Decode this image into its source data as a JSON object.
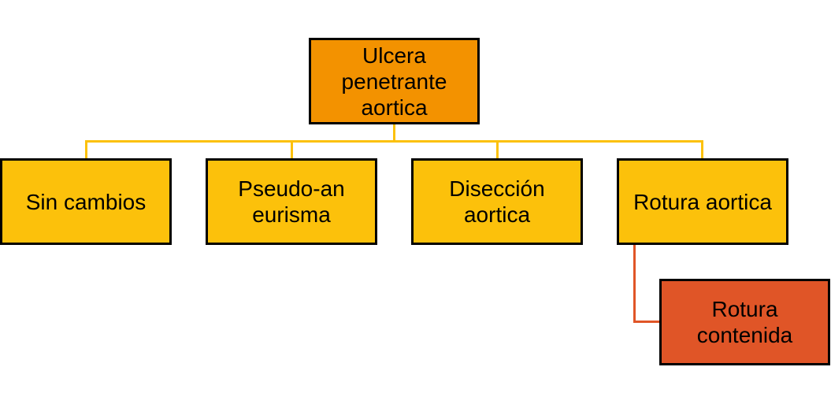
{
  "colors": {
    "root": "#f39200",
    "level1": "#fcc10b",
    "level2": "#e05527",
    "connector_yellow": "#fcc10b",
    "connector_red": "#e05527"
  },
  "root": {
    "label": "Ulcera penetrante aortica"
  },
  "children": [
    {
      "label": "Sin cambios"
    },
    {
      "label": "Pseudo-aneurisma"
    },
    {
      "label": "Disección aortica"
    },
    {
      "label": "Rotura aortica"
    }
  ],
  "grandchild": {
    "label": "Rotura contenida"
  }
}
